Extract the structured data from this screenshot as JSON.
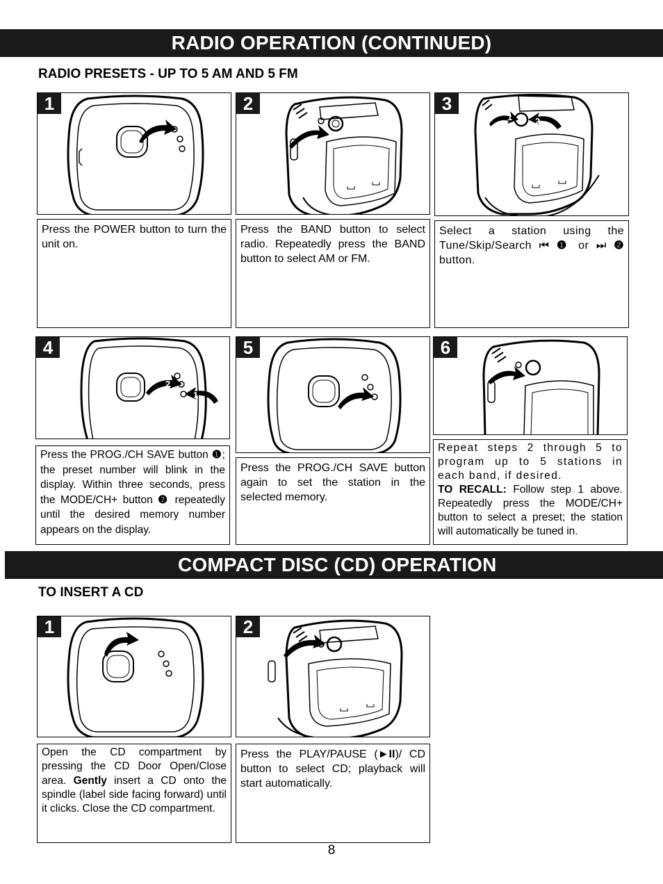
{
  "banner_radio": "RADIO OPERATION (CONTINUED)",
  "radio_subhead": "RADIO PRESETS - UP TO 5 AM AND 5 FM",
  "radio_steps": [
    {
      "num": "1",
      "text": "Press the POWER button to turn the unit on."
    },
    {
      "num": "2",
      "text": "Press the BAND button to select radio. Repeatedly press the BAND button to select AM or FM."
    },
    {
      "num": "3",
      "text_a": "Select a station using the Tune/Skip/Search ",
      "icon_prev": "⏮",
      "ref1": "❶",
      "text_or": " or ",
      "icon_next": "⏭",
      "ref2": "❷",
      "text_b": " button."
    },
    {
      "num": "4",
      "text_a": "Press the PROG./CH SAVE button ",
      "ref1": "❶",
      "text_b": "; the preset number will blink in the display. Within three seconds, press the MODE/CH+ button ",
      "ref2": "❷",
      "text_c": " repeatedly until the desired memory number appears on the display."
    },
    {
      "num": "5",
      "text": "Press the PROG./CH SAVE button again to set the station in the selected memory."
    },
    {
      "num": "6",
      "text_a": "Repeat steps 2 through 5 to program up to 5 stations in each band, if desired.",
      "recall_label": "TO RECALL:",
      "text_b": " Follow step 1 above. Repeatedly press the MODE/CH+ button to select a preset; the station will automatically be tuned in."
    }
  ],
  "pic_labels": {
    "step3_a": "1",
    "step3_b": "2",
    "step4_a": "2",
    "step4_b": "1"
  },
  "banner_cd": "COMPACT DISC (CD) OPERATION",
  "cd_subhead": "TO INSERT A CD",
  "cd_steps": [
    {
      "num": "1",
      "text_a": "Open the CD compartment by pressing the CD Door Open/Close area. ",
      "bold": "Gently",
      "text_b": " insert a CD onto the spindle (label side facing forward) until it clicks. Close the CD compartment."
    },
    {
      "num": "2",
      "text_a": "Press the PLAY/PAUSE (",
      "icon": "►II",
      "text_b": ")/ CD button to select CD; playback will start automatically."
    }
  ],
  "page_number": "8"
}
